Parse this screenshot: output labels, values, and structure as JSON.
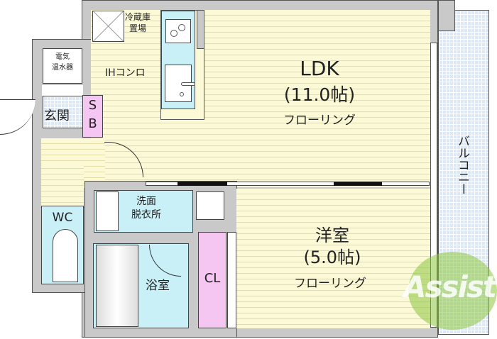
{
  "rooms": {
    "ldk": {
      "name": "LDK",
      "size": "(11.0帖)",
      "floor": "フローリング"
    },
    "western": {
      "name": "洋室",
      "size": "(5.0帖)",
      "floor": "フローリング"
    },
    "balcony": "バルコニー",
    "fridge": "冷蔵庫\n置場",
    "fridge_l1": "冷蔵庫",
    "fridge_l2": "置場",
    "ih": "IHコンロ",
    "heater_l1": "電気",
    "heater_l2": "温水器",
    "entrance": "玄関",
    "sb_l1": "S",
    "sb_l2": "B",
    "wc": "WC",
    "wash_l1": "洗面",
    "wash_l2": "脱衣所",
    "bath": "浴室",
    "closet": "CL"
  },
  "logo": "Assist",
  "colors": {
    "floor": "#fbf9d6",
    "wet": "#c8f0f6",
    "storage": "#f6c6f2",
    "wall": "#c9c9c9",
    "logo": "#8cc63f"
  }
}
